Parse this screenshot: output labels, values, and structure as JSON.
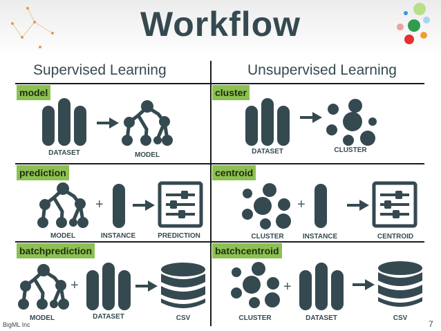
{
  "title": "Workflow",
  "columns": {
    "left": "Supervised Learning",
    "right": "Unsupervised Learning"
  },
  "sections": {
    "model": "model",
    "cluster": "cluster",
    "prediction": "prediction",
    "centroid": "centroid",
    "batchprediction": "batchprediction",
    "batchcentroid": "batchcentroid"
  },
  "labels": {
    "dataset": "DATASET",
    "model": "MODEL",
    "cluster": "CLUSTER",
    "instance": "INSTANCE",
    "prediction": "PREDICTION",
    "centroid": "CENTROID",
    "csv": "CSV"
  },
  "plus": "+",
  "footer": "BigML Inc",
  "page_number": "7",
  "colors": {
    "accent": "#8cc152",
    "icon": "#354950"
  }
}
